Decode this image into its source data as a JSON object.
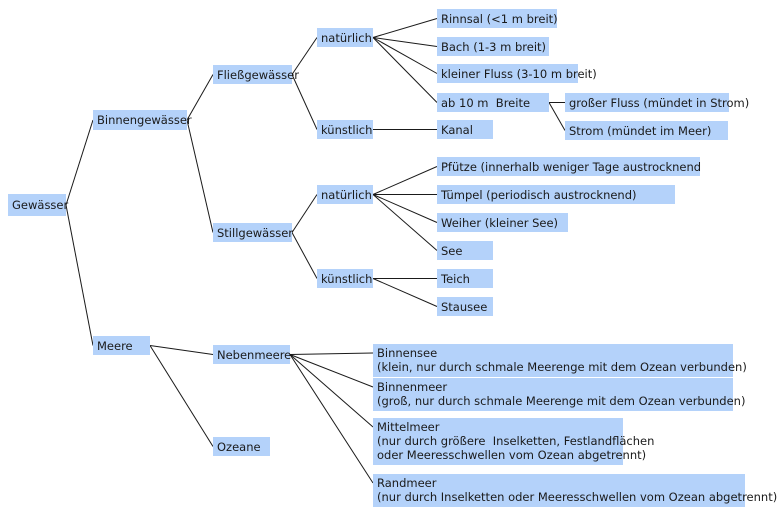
{
  "colors": {
    "node_fill": "#b4d2fa",
    "edge": "#1a1a1a",
    "text": "#1a1a1a"
  },
  "nodes": {
    "root": "Gewässer",
    "binnen": "Binnengewässer",
    "fliess": "Fließgewässer",
    "fl_nat": "natürlich",
    "rinnsal": "Rinnsal (<1 m breit)",
    "bach": "Bach (1-3 m breit)",
    "kl_fluss": "kleiner Fluss (3-10 m breit)",
    "ab10": "ab 10 m  Breite",
    "gr_fluss": "großer Fluss (mündet in Strom)",
    "strom": "Strom (mündet im Meer)",
    "fl_kuen": "künstlich",
    "kanal": "Kanal",
    "still": "Stillgewässer",
    "st_nat": "natürlich",
    "pfuetze": "Pfütze (innerhalb weniger Tage austrocknend",
    "tuempel": "Tümpel (periodisch austrocknend)",
    "weiher": "Weiher (kleiner See)",
    "see": "See",
    "st_kuen": "künstlich",
    "teich": "Teich",
    "stausee": "Stausee",
    "meere": "Meere",
    "nebenmeere": "Nebenmeere",
    "ozeane": "Ozeane",
    "binnensee": "Binnensee\n(klein, nur durch schmale Meerenge mit dem Ozean verbunden)",
    "binnenmeer": "Binnenmeer\n(groß, nur durch schmale Meerenge mit dem Ozean verbunden)",
    "mittelmeer": "Mittelmeer\n(nur durch größere  Inselketten, Festlandflächen\noder Meeresschwellen vom Ozean abgetrennt)",
    "randmeer": "Randmeer\n(nur durch Inselketten oder Meeresschwellen vom Ozean abgetrennt)"
  }
}
